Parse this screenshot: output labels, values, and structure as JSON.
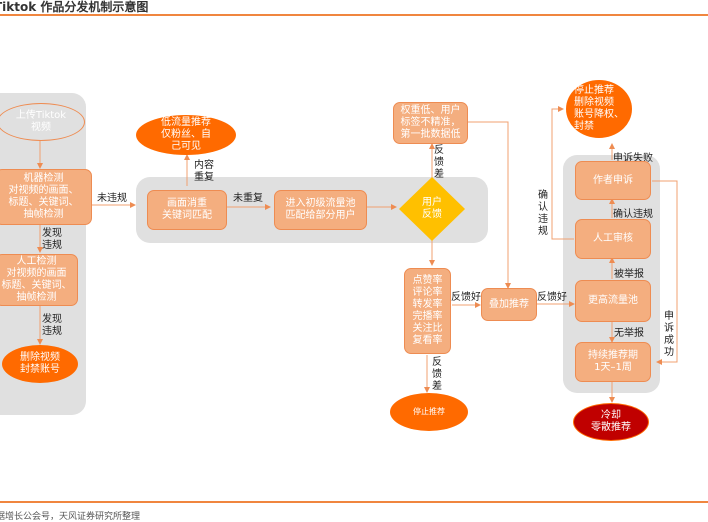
{
  "title": "Tiktok 作品分发机制示意图",
  "source": "据增长公会号，天风证券研究所整理",
  "colors": {
    "accent": "#f0863f",
    "box_fill": "#f4ae7f",
    "box_border": "#ee8c52",
    "terminal": "#ff6a00",
    "cooldown": "#c00000",
    "decision": "#ffc000",
    "panel": "#e0e0e0"
  },
  "nodes": {
    "upload": "上传Tiktok\n视频",
    "machine_check": "机器检测\n对视频的画面、\n标题、关键词、\n抽帧检测",
    "manual_check": "人工检测\n对视频的画面\n标题、关键词、\n抽帧检测",
    "delete_ban": "删除视频\n封禁账号",
    "low_traffic": "低流量推荐\n仅粉丝、自\n己可见",
    "dedup": "画面消重\n关键词匹配",
    "initial_pool": "进入初级流量池\n匹配给部分用户",
    "user_feedback": "用户\n反馈",
    "low_weight": "权重低、用户\n标签不精准，\n第一批数据低",
    "metrics": "点赞率\n评论率\n转发率\n完播率\n关注比\n复看率",
    "stop_recommend": "停止推荐",
    "stack_recommend": "叠加推荐",
    "stop_delete": "停止推荐\n删除视频\n账号降权、\n封禁",
    "author_appeal": "作者申诉",
    "manual_review": "人工审核",
    "higher_pool": "更高流量池",
    "sustained": "持续推荐期\n1天–1周",
    "cooldown": "冷却\n零散推荐"
  },
  "edge_labels": {
    "found_violation_1": "发现\n违规",
    "found_violation_2": "发现\n违规",
    "no_violation": "未违规",
    "content_duplicate": "内容\n重复",
    "not_duplicate": "未重复",
    "bad_feedback_1": "反\n馈\n差",
    "bad_feedback_2": "反\n馈\n差",
    "good_feedback_1": "反馈好",
    "good_feedback_2": "反馈好",
    "confirmed_violation_side": "确\n认\n违\n规",
    "appeal_failed": "申诉失败",
    "confirmed_violation": "确认违规",
    "reported": "被举报",
    "not_reported": "无举报",
    "appeal_success": "申\n诉\n成\n功"
  }
}
